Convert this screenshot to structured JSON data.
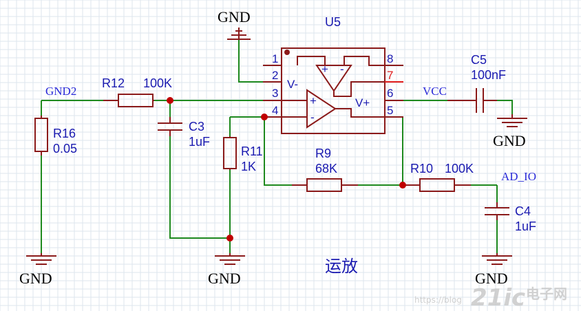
{
  "u5": {
    "ref": "U5",
    "pins": [
      "1",
      "2",
      "3",
      "4",
      "5",
      "6",
      "7",
      "8"
    ],
    "v_minus": "V-",
    "v_plus": "V+",
    "opamp_signs": [
      "+",
      "-",
      "+",
      "-"
    ]
  },
  "nets": {
    "gnd": "GND",
    "gnd2": "GND2",
    "vcc": "VCC",
    "ad_io": "AD_IO"
  },
  "components": {
    "r12": {
      "ref": "R12",
      "value": "100K"
    },
    "r16": {
      "ref": "R16",
      "value": "0.05"
    },
    "c3": {
      "ref": "C3",
      "value": "1uF"
    },
    "r11": {
      "ref": "R11",
      "value": "1K"
    },
    "r9": {
      "ref": "R9",
      "value": "68K"
    },
    "r10": {
      "ref": "R10",
      "value": "100K"
    },
    "c4": {
      "ref": "C4",
      "value": "1uF"
    },
    "c5": {
      "ref": "C5",
      "value": "100nF"
    }
  },
  "caption": "运放",
  "watermark": {
    "site": "电子网",
    "brand": "21ic",
    "url": "https://blog"
  },
  "colors": {
    "wire": "#1f8a1f",
    "component": "#8b1a1a",
    "junction": "#c00000",
    "label_blue": "#1a1ab0",
    "net_label": "#2a2ad8",
    "highlight_pin": "#e01b1b",
    "grid": "#dde6ee"
  }
}
